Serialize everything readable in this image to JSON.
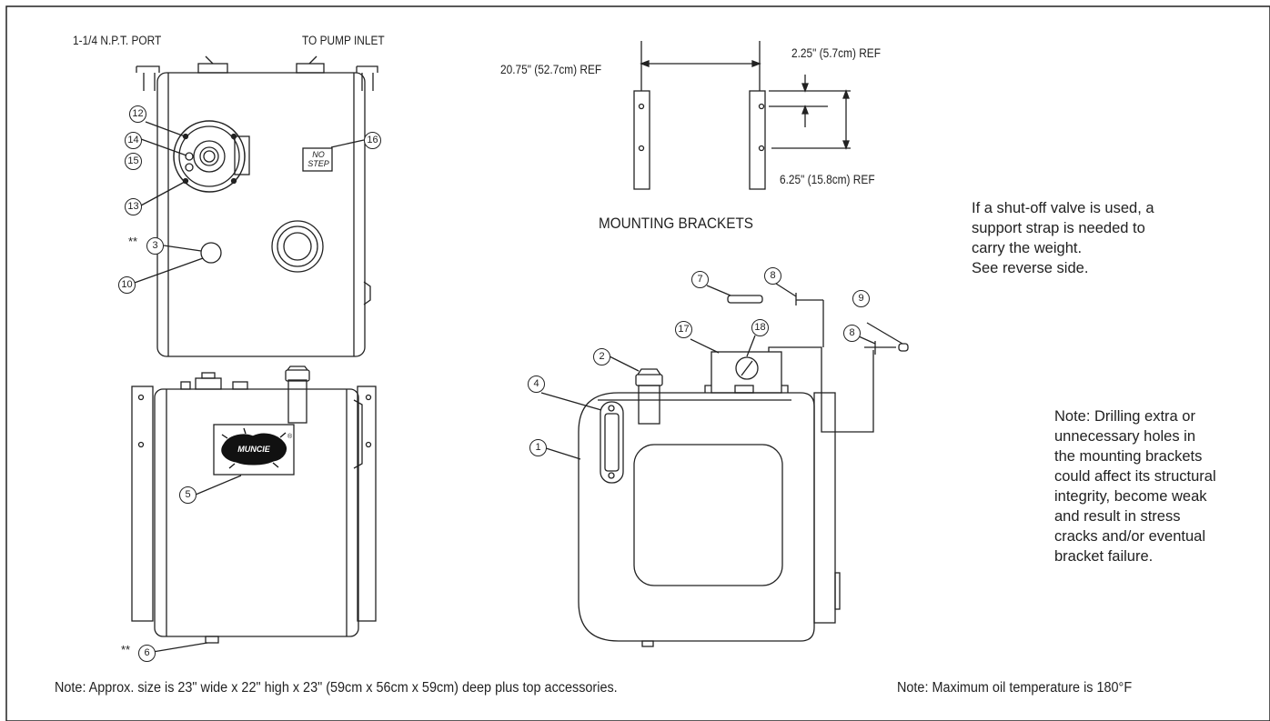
{
  "labels": {
    "npt_port": "1-1/4 N.P.T. PORT",
    "pump_inlet": "TO PUMP INLET",
    "no_step_line1": "NO",
    "no_step_line2": "STEP",
    "dim_width": "20.75\" (52.7cm) REF",
    "dim_hole_top": "2.25\" (5.7cm) REF",
    "dim_hole_spacing": "6.25\" (15.8cm) REF",
    "mounting_brackets": "MOUNTING BRACKETS",
    "logo_text": "MUNCIE",
    "logo_reg": "®"
  },
  "callouts": {
    "c1": "1",
    "c2": "2",
    "c3": "3",
    "c4": "4",
    "c5": "5",
    "c6": "6",
    "c7": "7",
    "c8a": "8",
    "c8b": "8",
    "c9": "9",
    "c10": "10",
    "c12": "12",
    "c13": "13",
    "c14": "14",
    "c15": "15",
    "c16": "16",
    "c17": "17",
    "c18": "18"
  },
  "stars": {
    "s3": "**",
    "s6": "**"
  },
  "shutoff_note": [
    "If a shut-off valve is used, a",
    "support strap is needed to",
    "carry the weight.",
    "See reverse side."
  ],
  "drilling_note": [
    "Note: Drilling extra or",
    "unnecessary holes in",
    "the mounting brackets",
    "could affect its structural",
    "integrity, become weak",
    "and result in stress",
    "cracks and/or eventual",
    "bracket failure."
  ],
  "footer": {
    "size_note": "Note: Approx. size is 23\" wide x 22\" high x 23\" (59cm x 56cm x 59cm) deep plus top accessories.",
    "temp_note": "Note: Maximum oil temperature is 180°F"
  }
}
